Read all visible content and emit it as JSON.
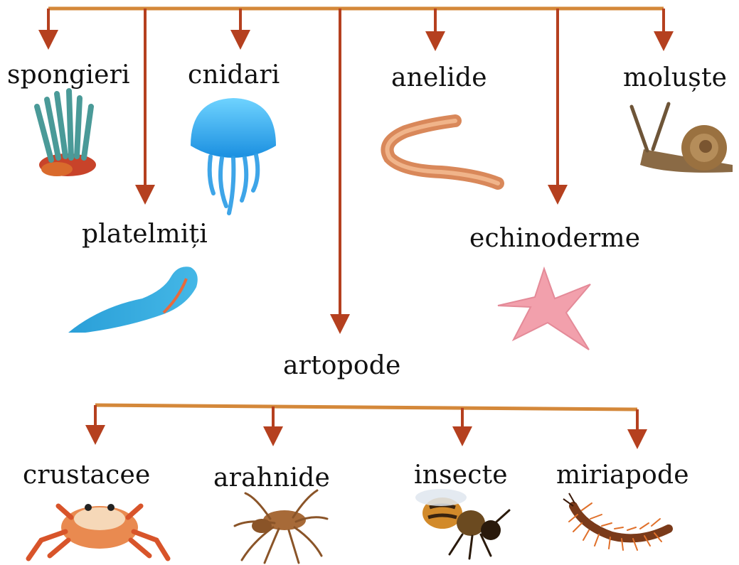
{
  "colors": {
    "branch_line": "#d4883a",
    "arrow": "#b5401f"
  },
  "groups": {
    "spongieri": "spongieri",
    "cnidari": "cnidari",
    "anelide": "anelide",
    "moluste": "moluște",
    "platelmiti": "platelmiți",
    "echinoderme": "echinoderme",
    "artopode": "artopode"
  },
  "artropode_subgroups": {
    "crustacee": "crustacee",
    "arahnide": "arahnide",
    "insecte": "insecte",
    "miriapode": "miriapode"
  }
}
